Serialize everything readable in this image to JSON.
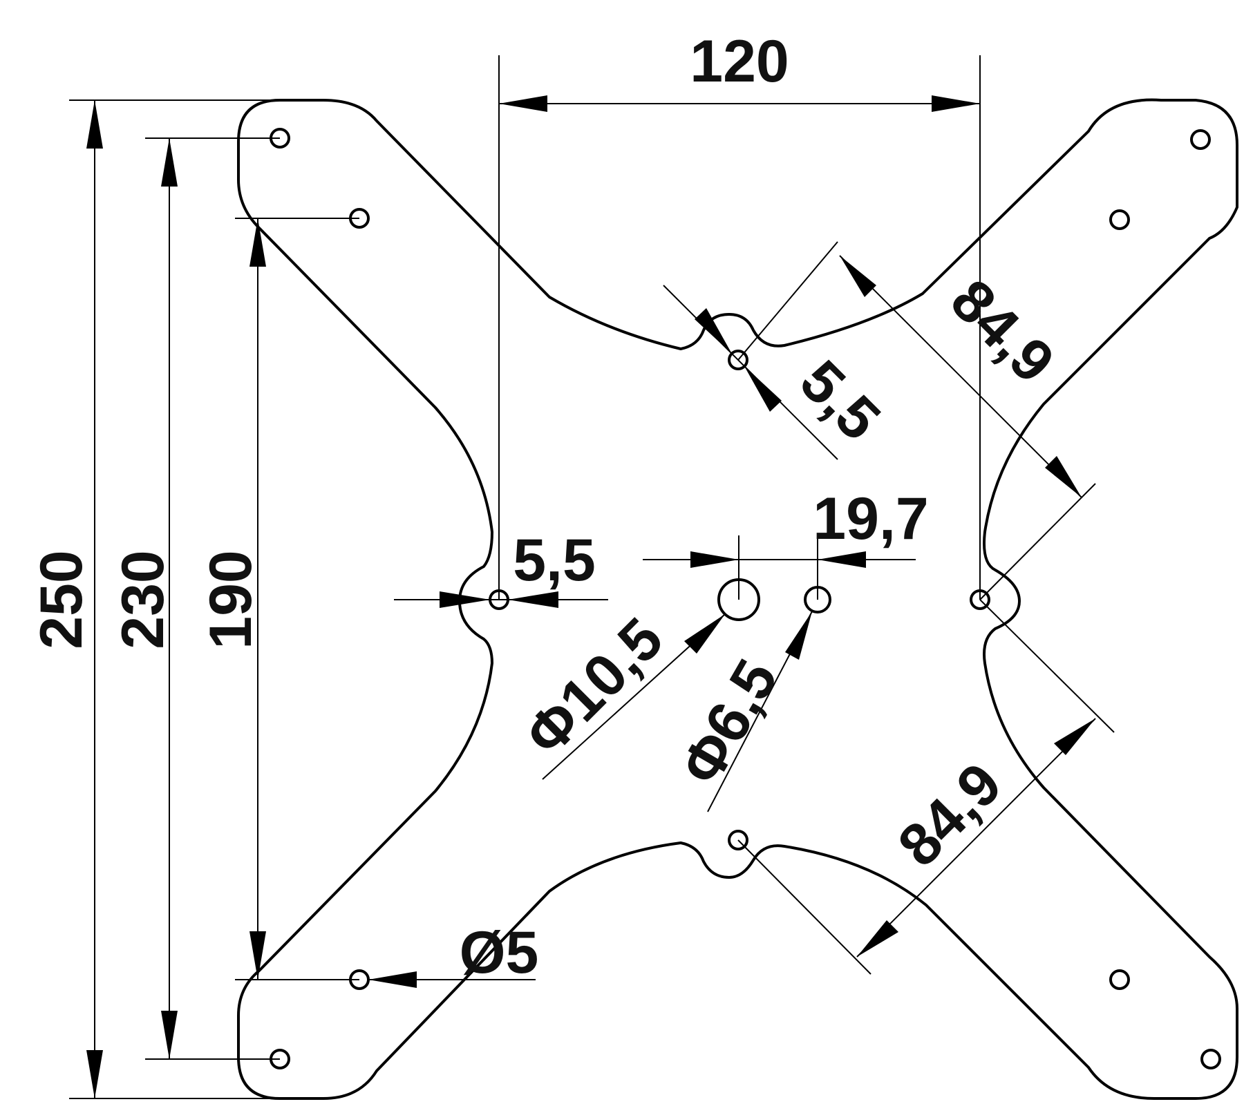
{
  "drawing": {
    "dimensions": {
      "overall_height": "250",
      "outer_hole_spacing": "230",
      "inner_hole_spacing": "190",
      "horizontal_spacing": "120",
      "offset": "19,7",
      "slot_width_top": "5,5",
      "slot_width_side": "5,5",
      "diagonal_upper": "84,9",
      "diagonal_lower": "84,9",
      "center_hole_diameter": "Φ10,5",
      "small_hole_diameter": "Φ6,5",
      "corner_hole_diameter": "Ø5"
    },
    "colors": {
      "line": "#000000",
      "background": "#ffffff"
    }
  }
}
